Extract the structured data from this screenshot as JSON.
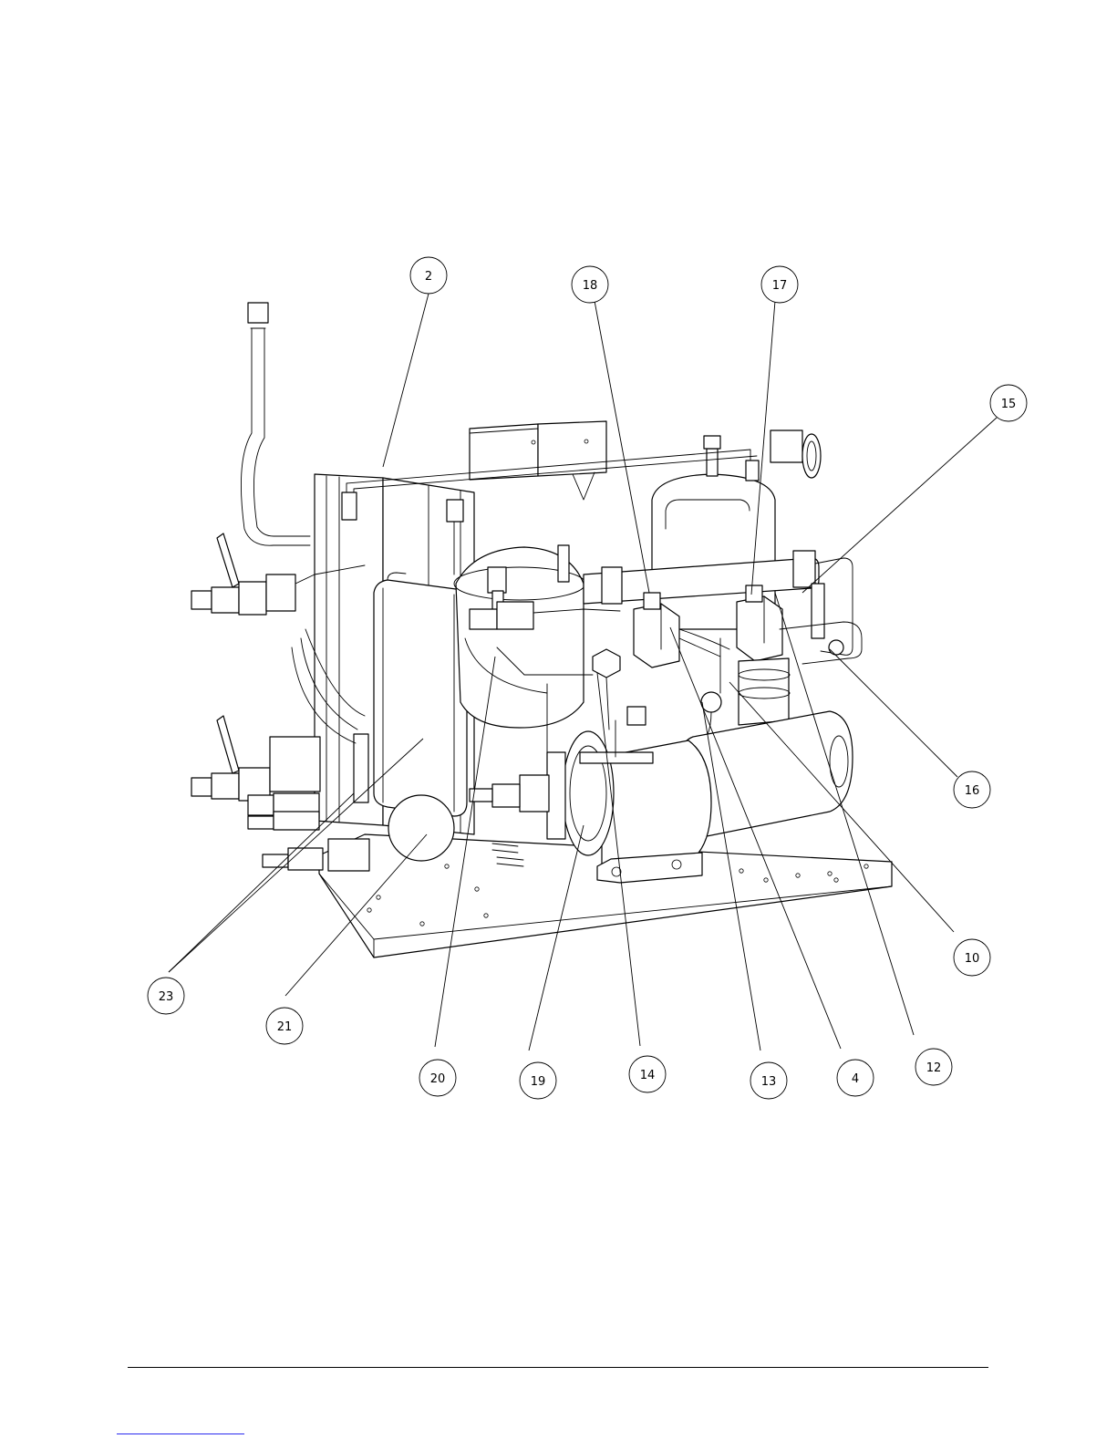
{
  "diagram": {
    "callouts": [
      "2",
      "18",
      "17",
      "15",
      "16",
      "10",
      "12",
      "4",
      "13",
      "14",
      "19",
      "20",
      "21",
      "23"
    ]
  },
  "colors": {
    "line": "#000000",
    "background": "#ffffff",
    "link_rule": "#2a2af0"
  }
}
